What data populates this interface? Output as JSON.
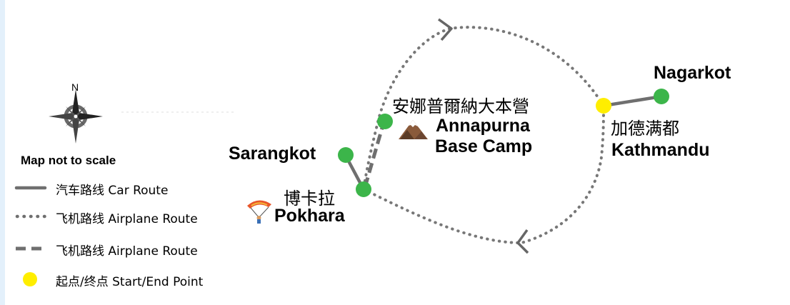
{
  "legend": {
    "title": "Map not to scale",
    "compass_label": "N",
    "items": [
      {
        "type": "car",
        "label": "汽车路线 Car Route"
      },
      {
        "type": "airplane-dotted",
        "label": "飞机路线 Airplane Route"
      },
      {
        "type": "airplane-dashed",
        "label": "飞机路线 Airplane Route"
      },
      {
        "type": "start-end",
        "label": "起点/终点 Start/End Point"
      }
    ]
  },
  "places": {
    "nagarkot": {
      "en": "Nagarkot"
    },
    "kathmandu": {
      "zh": "加德满都",
      "en": "Kathmandu"
    },
    "sarangkot": {
      "en": "Sarangkot"
    },
    "pokhara": {
      "zh": "博卡拉",
      "en": "Pokhara"
    },
    "annapurna": {
      "zh": "安娜普爾納大本營",
      "en_line1": "Annapurna",
      "en_line2": "Base Camp"
    }
  },
  "colors": {
    "route": "#6f6f6f",
    "waypoint": "#3cb54a",
    "start_end": "#ffee00",
    "side_band": "#e3f0fb"
  },
  "icons": {
    "pokhara": "paraglider-icon",
    "annapurna": "mountain-icon",
    "compass": "compass-rose-icon"
  }
}
